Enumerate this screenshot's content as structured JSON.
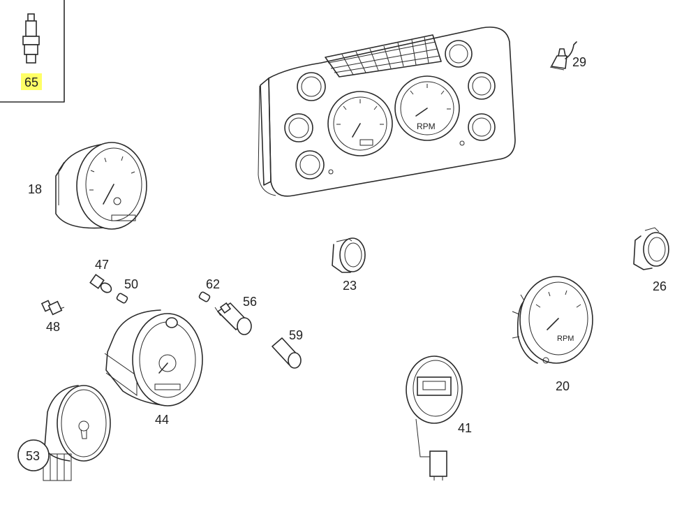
{
  "diagram": {
    "highlight_color": "#ffff66",
    "parts": {
      "p65": "65",
      "p29": "29",
      "p18": "18",
      "p23": "23",
      "p26": "26",
      "p47": "47",
      "p50": "50",
      "p48": "48",
      "p62": "62",
      "p56": "56",
      "p59": "59",
      "p20": "20",
      "p44": "44",
      "p41": "41",
      "p53": "53"
    },
    "dial_text": {
      "rpm_cluster": "RPM",
      "rpm_tacho": "RPM"
    }
  }
}
